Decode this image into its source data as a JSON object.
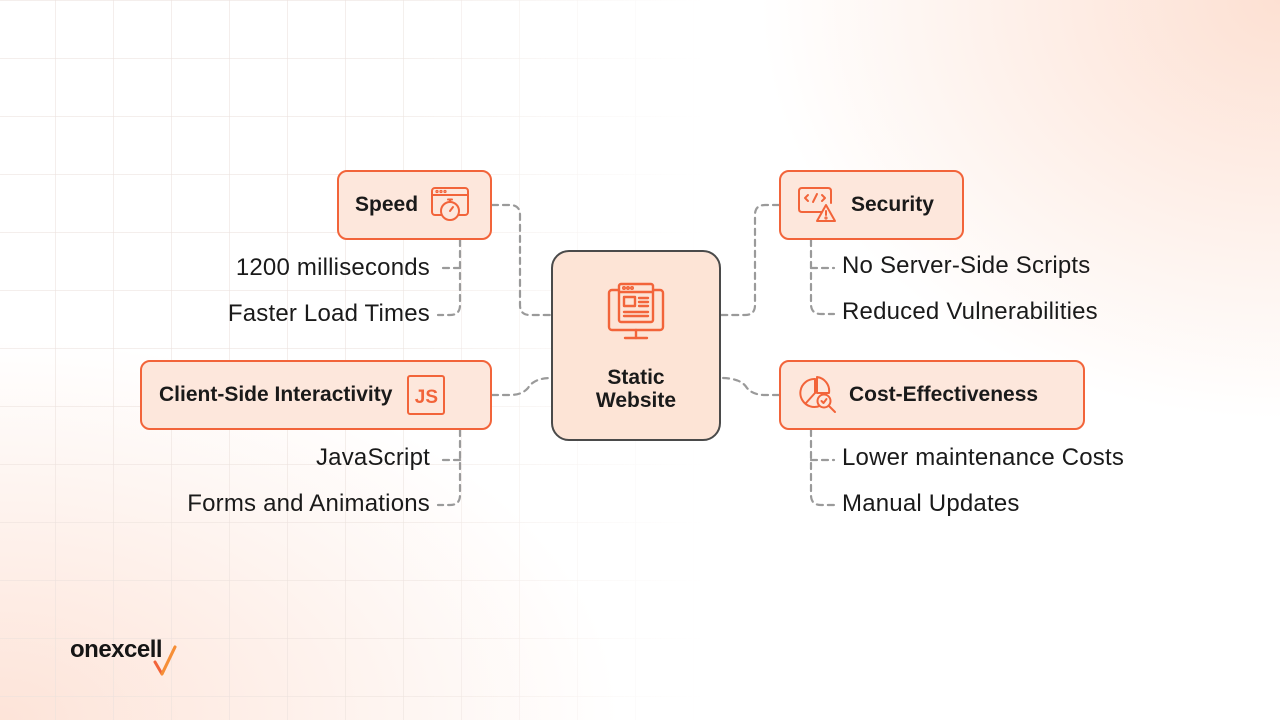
{
  "center": {
    "title": "Static Website",
    "icon": "web-monitor-icon"
  },
  "branches": {
    "speed": {
      "title": "Speed",
      "icon": "stopwatch-browser-icon",
      "items": [
        "1200 milliseconds",
        "Faster Load Times"
      ]
    },
    "security": {
      "title": "Security",
      "icon": "code-warning-icon",
      "items": [
        "No Server-Side Scripts",
        "Reduced Vulnerabilities"
      ]
    },
    "interactivity": {
      "title": "Client-Side Interactivity",
      "icon": "javascript-icon",
      "icon_text": "JS",
      "items": [
        "JavaScript",
        "Forms and Animations"
      ]
    },
    "cost": {
      "title": "Cost-Effectiveness",
      "icon": "chart-magnifier-icon",
      "items": [
        "Lower maintenance Costs",
        "Manual Updates"
      ]
    }
  },
  "brand": {
    "name": "onexcell",
    "icon": "checkmark-icon"
  },
  "colors": {
    "accent": "#f2643a",
    "node_fill": "#fde7dc",
    "center_border": "#4a4a4a",
    "connector": "#9a9a9a"
  }
}
